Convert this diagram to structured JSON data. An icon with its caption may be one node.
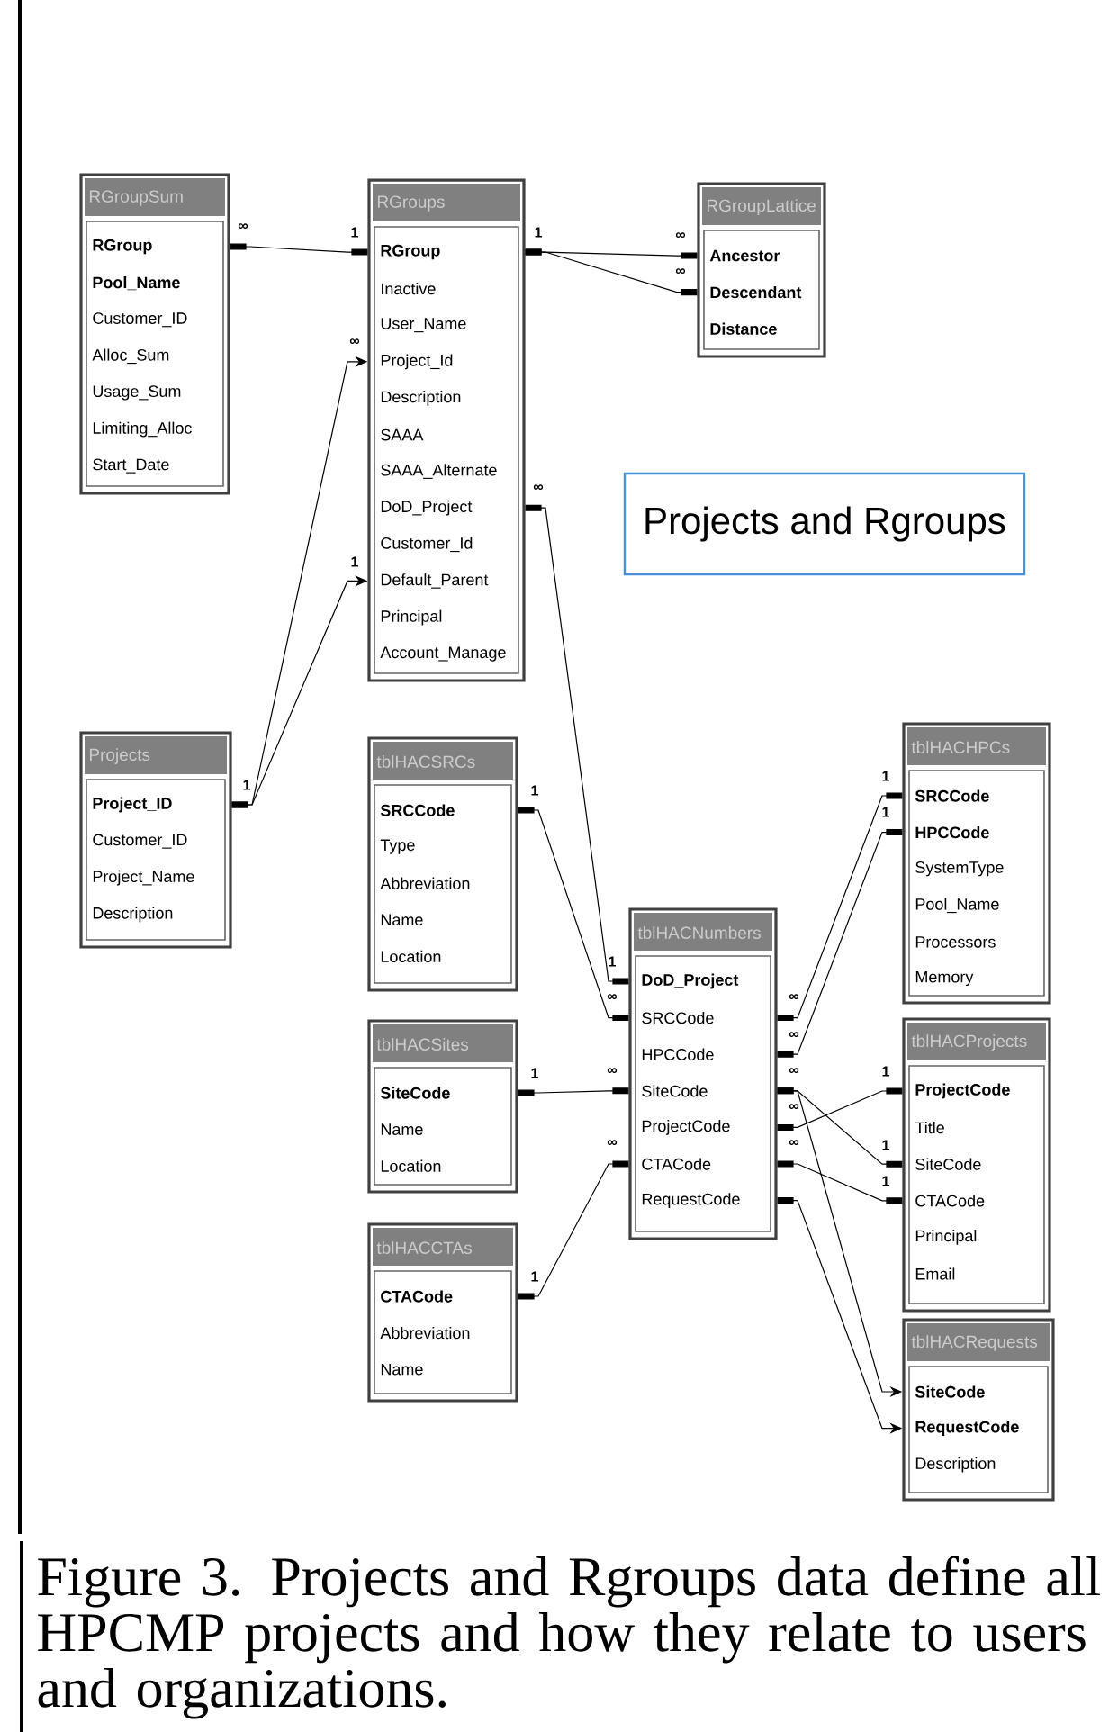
{
  "diagram": {
    "title": "Projects and Rgroups",
    "caption": "Figure 3.  Projects and Rgroups data define all HPCMP projects and how they relate to users and organizations.",
    "nodes": [
      {
        "text": [
          "RGroupSum",
          "**RGroup**",
          "**Pool_Name**",
          "Customer_ID",
          "Alloc_Sum",
          "Usage_Sum",
          "Limiting_Alloc",
          "Start_Date"
        ]
      },
      {
        "text": [
          "RGroups",
          "**RGroup**",
          "Inactive",
          "User_Name",
          "Project_Id",
          "Description",
          "SAAA",
          "SAAA_Alternate",
          "DoD_Project",
          "Customer_Id",
          "Default_Parent",
          "Principal",
          "Account_Manage"
        ]
      },
      {
        "text": [
          "RGroupLattice",
          "**Ancestor**",
          "**Descendant**",
          "**Distance**"
        ]
      },
      {
        "text": [
          "Projects",
          "**Project_ID**",
          "Customer_ID",
          "Project_Name",
          "Description"
        ]
      },
      {
        "text": [
          "tblHACSRCs",
          "**SRCCode**",
          "Type",
          "Abbreviation",
          "Name",
          "Location"
        ]
      },
      {
        "text": [
          "tblHACSites",
          "**SiteCode**",
          "Name",
          "Location"
        ]
      },
      {
        "text": [
          "tblHACCTAs",
          "**CTACode**",
          "Abbreviation",
          "Name"
        ]
      },
      {
        "text": [
          "tblHACNumbers",
          "**DoD_Project**",
          "SRCCode",
          "HPCCode",
          "SiteCode",
          "ProjectCode",
          "CTACode",
          "RequestCode"
        ]
      },
      {
        "text": [
          "tblHACHPCs",
          "**SRCCode**",
          "**HPCCode**",
          "SystemType",
          "Pool_Name",
          "Processors",
          "Memory"
        ]
      },
      {
        "text": [
          "tblHACProjects",
          "**ProjectCode**",
          "Title",
          "SiteCode",
          "CTACode",
          "Principal",
          "Email"
        ]
      },
      {
        "text": [
          "tblHACRequests",
          "**SiteCode**",
          "**RequestCode**",
          "Description"
        ]
      }
    ],
    "edges": [
      {
        "from": 0,
        "to": 1,
        "arrow": "other"
      },
      {
        "from": 1,
        "to": 2,
        "arrow": "other"
      },
      {
        "from": 1,
        "to": 2,
        "arrow": "other"
      },
      {
        "from": 3,
        "to": 1,
        "arrow": "to"
      },
      {
        "from": 3,
        "to": 1,
        "arrow": "to"
      },
      {
        "from": 1,
        "to": 7,
        "arrow": "other"
      },
      {
        "from": 4,
        "to": 7,
        "arrow": "other"
      },
      {
        "from": 5,
        "to": 7,
        "arrow": "other"
      },
      {
        "from": 6,
        "to": 7,
        "arrow": "other"
      },
      {
        "from": 7,
        "to": 8,
        "arrow": "other"
      },
      {
        "from": 7,
        "to": 8,
        "arrow": "other"
      },
      {
        "from": 7,
        "to": 9,
        "arrow": "other"
      },
      {
        "from": 7,
        "to": 9,
        "arrow": "other"
      },
      {
        "from": 7,
        "to": 9,
        "arrow": "other"
      },
      {
        "from": 7,
        "to": 10,
        "arrow": "to"
      },
      {
        "from": 7,
        "to": 10,
        "arrow": "to"
      }
    ],
    "labels": [
      "∞",
      "1",
      "1",
      "∞",
      "∞",
      "∞",
      "∞",
      "1",
      "1",
      "1",
      "1",
      "1",
      "1",
      "∞",
      "∞",
      "∞",
      "1",
      "∞",
      "∞",
      "1",
      "∞",
      "∞",
      "∞",
      "1",
      "1",
      "1"
    ]
  }
}
